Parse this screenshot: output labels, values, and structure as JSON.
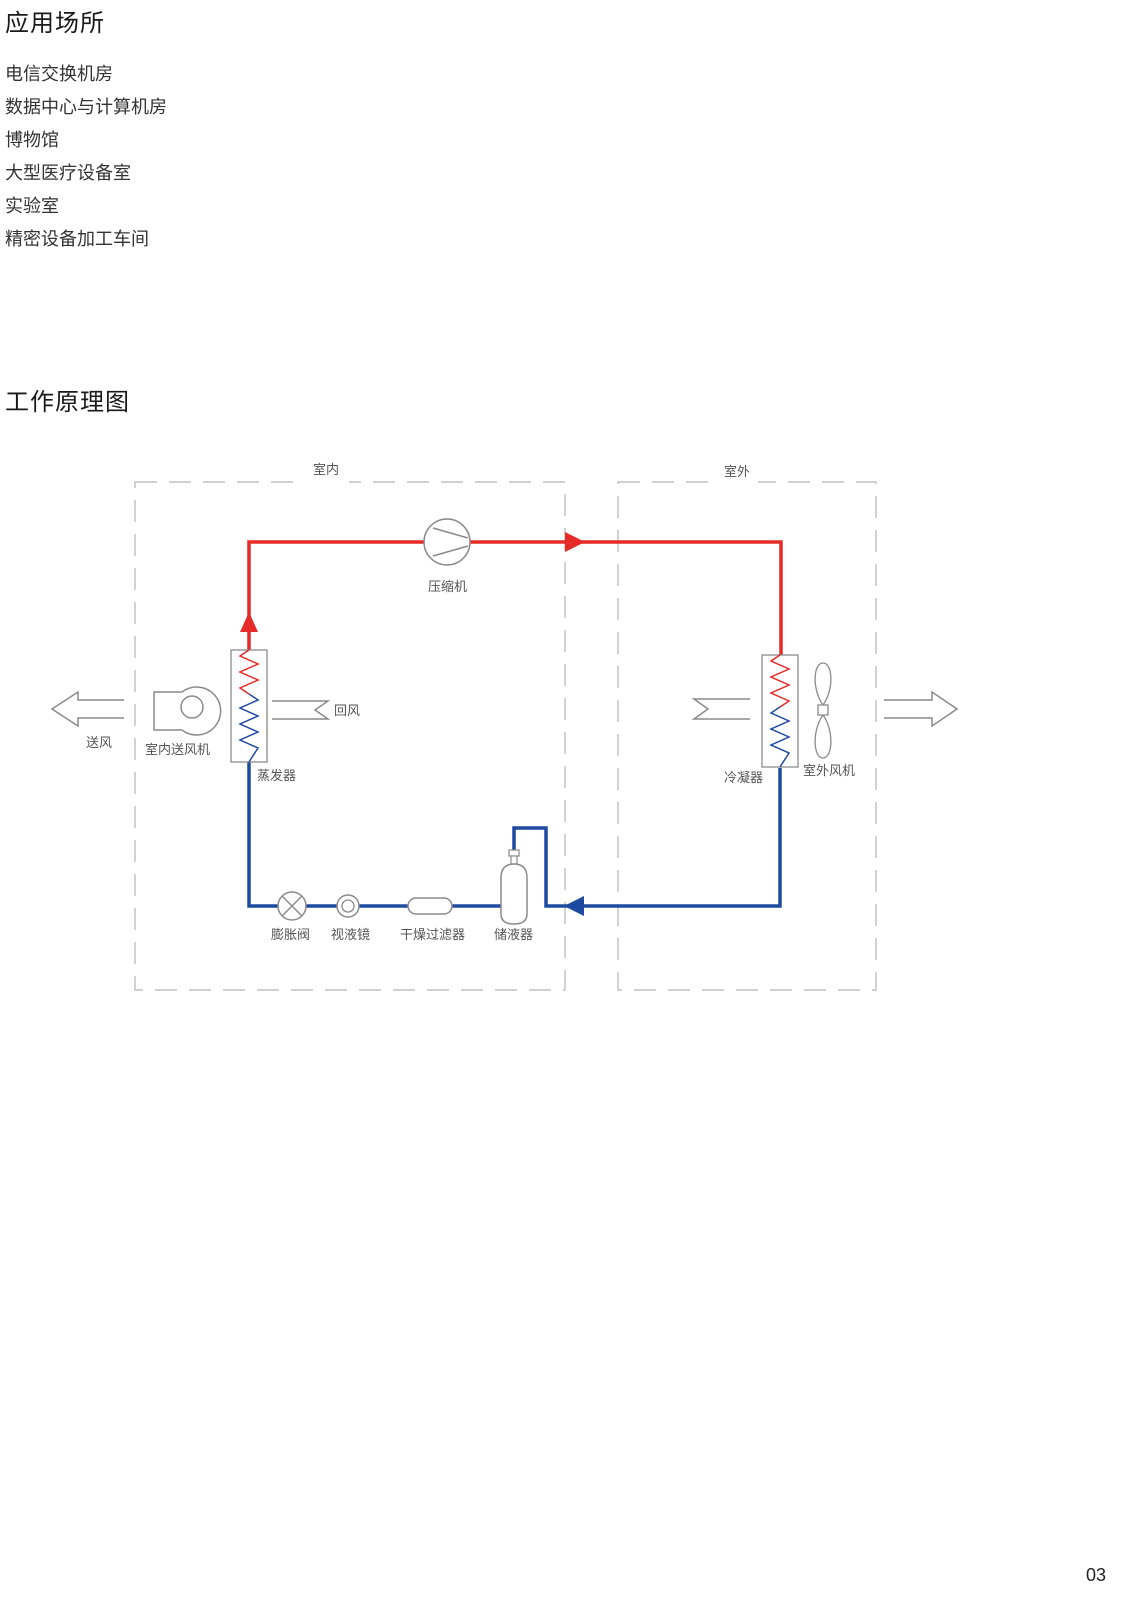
{
  "applications": {
    "title": "应用场所",
    "items": [
      "电信交换机房",
      "数据中心与计算机房",
      "博物馆",
      "大型医疗设备室",
      "实验室",
      "精密设备加工车间"
    ]
  },
  "diagram": {
    "title": "工作原理图",
    "zones": {
      "indoor": "室内",
      "outdoor": "室外"
    },
    "labels": {
      "compressor": "压缩机",
      "supply_air": "送风",
      "indoor_fan": "室内送风机",
      "return_air": "回风",
      "evaporator": "蒸发器",
      "condenser": "冷凝器",
      "outdoor_fan": "室外风机",
      "expansion_valve": "膨胀阀",
      "sight_glass": "视液镜",
      "dryer_filter": "干燥过滤器",
      "receiver": "储液器"
    },
    "colors": {
      "hot_line": "#e52b27",
      "cold_line": "#1e4aa0",
      "outline": "#8a8a8a",
      "dashed": "#b3b3b3"
    }
  },
  "page": {
    "number": "03"
  }
}
